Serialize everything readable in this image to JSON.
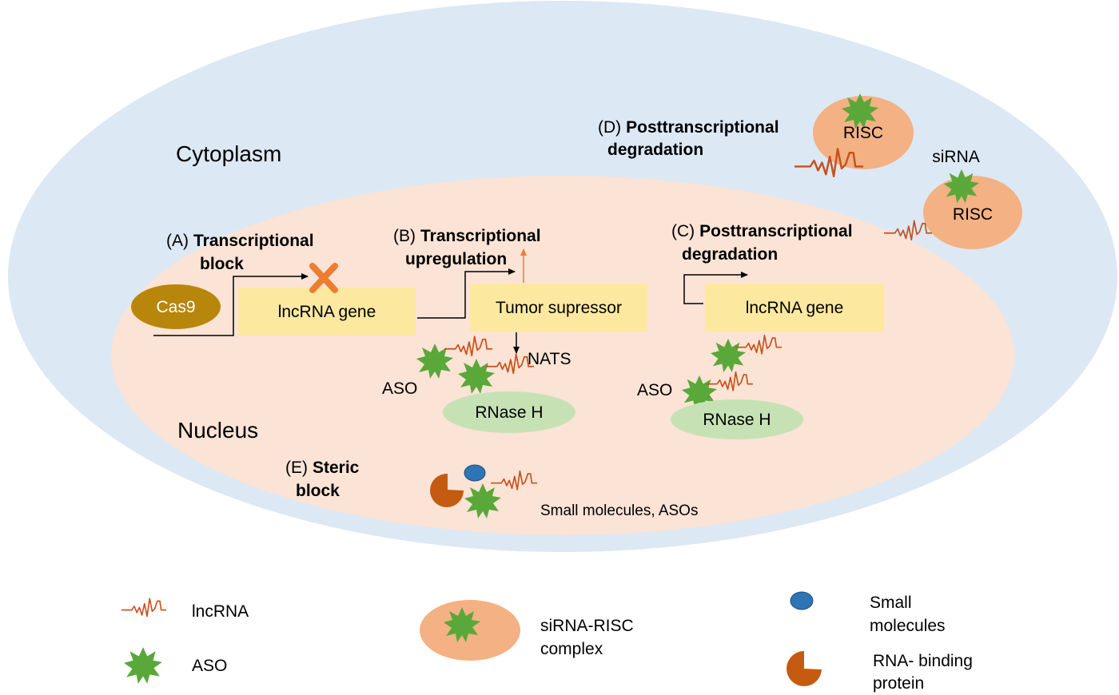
{
  "compartments": {
    "cytoplasm": "Cytoplasm",
    "nucleus": "Nucleus"
  },
  "panel_a": {
    "prefix": "(A)",
    "title_line1": "Transcriptional",
    "title_line2": "block",
    "cas9": "Cas9",
    "gene": "lncRNA gene"
  },
  "panel_b": {
    "prefix": "(B)",
    "title_line1": "Transcriptional",
    "title_line2": "upregulation",
    "gene": "Tumor supressor",
    "nats": "NATS",
    "aso": "ASO",
    "rnase": "RNase H"
  },
  "panel_c": {
    "prefix": "(C)",
    "title_line1": "Posttranscriptional",
    "title_line2": "degradation",
    "gene": "lncRNA gene",
    "aso": "ASO",
    "rnase": "RNase H"
  },
  "panel_d": {
    "prefix": "(D)",
    "title_line1": "Posttranscriptional",
    "title_line2": "degradation",
    "risc1": "RISC",
    "risc2": "RISC",
    "sirna": "siRNA"
  },
  "panel_e": {
    "prefix": "(E)",
    "title_line1": "Steric",
    "title_line2": "block",
    "caption": "Small molecules, ASOs"
  },
  "legend": {
    "lncrna": "lncRNA",
    "aso": "ASO",
    "sirna_risc_line1": "siRNA-RISC",
    "sirna_risc_line2": "complex",
    "small_line1": "Small",
    "small_line2": "molecules",
    "rbp_line1": "RNA- binding",
    "rbp_line2": "protein"
  },
  "colors": {
    "cytoplasm": "#dce8f4",
    "nucleus": "#fbe3d5",
    "gene_box": "#fde8a0",
    "cas9": "#b8860b",
    "aso": "#5aa83a",
    "lncrna": "#c8501a",
    "risc": "#f4b183",
    "rnase": "#c6e2b5",
    "small_molecule": "#2e75b6",
    "rbp": "#c55a11",
    "x_mark": "#ed7d31"
  }
}
